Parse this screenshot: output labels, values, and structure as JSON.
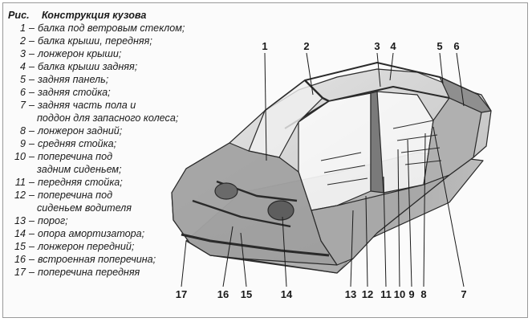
{
  "figure": {
    "prefix": "Рис.",
    "title": "Конструкция кузова"
  },
  "legend": [
    {
      "num": "1",
      "lines": [
        "балка под ветровым стеклом;"
      ]
    },
    {
      "num": "2",
      "lines": [
        "балка крыши, передняя;"
      ]
    },
    {
      "num": "3",
      "lines": [
        "лонжерон крыши;"
      ]
    },
    {
      "num": "4",
      "lines": [
        "балка крыши задняя;"
      ]
    },
    {
      "num": "5",
      "lines": [
        "задняя панель;"
      ]
    },
    {
      "num": "6",
      "lines": [
        "задняя стойка;"
      ]
    },
    {
      "num": "7",
      "lines": [
        "задняя часть пола и",
        "поддон для запасного колеса;"
      ]
    },
    {
      "num": "8",
      "lines": [
        "лонжерон задний;"
      ]
    },
    {
      "num": "9",
      "lines": [
        "средняя стойка;"
      ]
    },
    {
      "num": "10",
      "lines": [
        "поперечина под",
        "задним сиденьем;"
      ]
    },
    {
      "num": "11",
      "lines": [
        "передняя стойка;"
      ]
    },
    {
      "num": "12",
      "lines": [
        "поперечина под",
        "сиденьем водителя"
      ]
    },
    {
      "num": "13",
      "lines": [
        "порог;"
      ]
    },
    {
      "num": "14",
      "lines": [
        "опора амортизатора;"
      ]
    },
    {
      "num": "15",
      "lines": [
        "лонжерон передний;"
      ]
    },
    {
      "num": "16",
      "lines": [
        "встроенная поперечина;"
      ]
    },
    {
      "num": "17",
      "lines": [
        "поперечина передняя"
      ]
    }
  ],
  "callouts": {
    "top": [
      "1",
      "2",
      "3",
      "4",
      "5",
      "6"
    ],
    "bottom": [
      "17",
      "16",
      "15",
      "14",
      "13",
      "12",
      "11",
      "10",
      "9",
      "8",
      "7"
    ]
  },
  "colors": {
    "ink": "#1a1a1a",
    "body_fill": "#cfcfcf",
    "body_dark": "#6e6e6e"
  }
}
